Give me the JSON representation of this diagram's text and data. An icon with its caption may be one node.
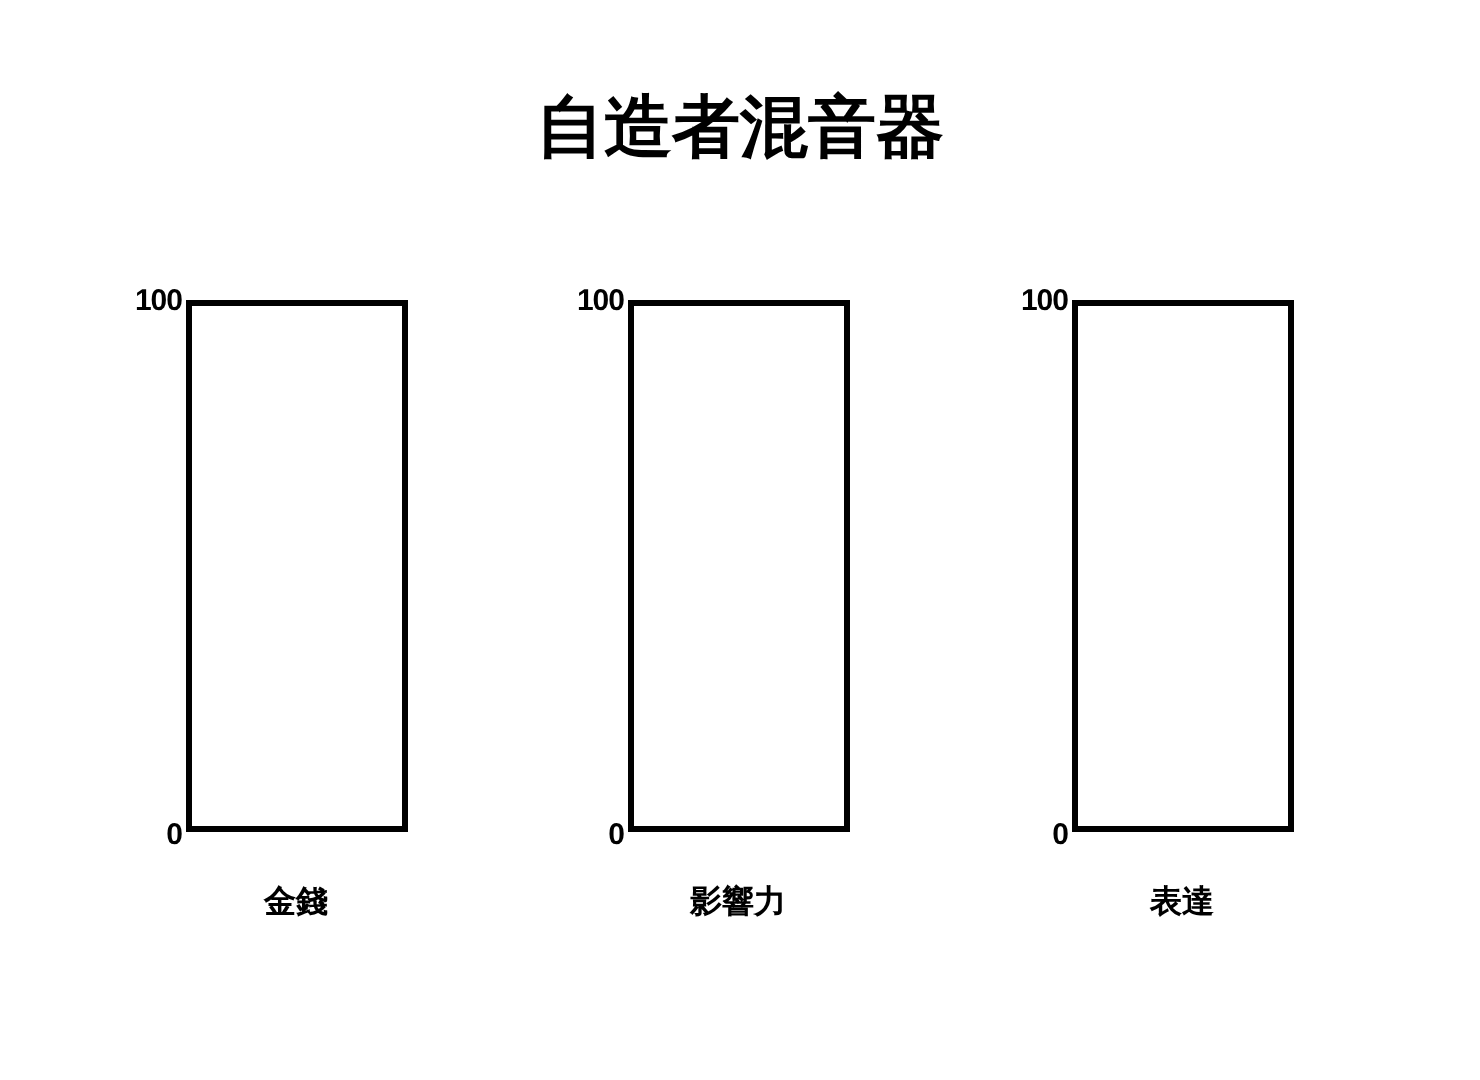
{
  "diagram": {
    "title": "自造者混音器",
    "nodes": [
      {
        "text": [
          "金錢"
        ],
        "beside": [
          "100",
          "0"
        ]
      },
      {
        "text": [
          "影響力"
        ],
        "beside": [
          "100",
          "0"
        ]
      },
      {
        "text": [
          "表達"
        ],
        "beside": [
          "100",
          "0"
        ]
      }
    ]
  }
}
